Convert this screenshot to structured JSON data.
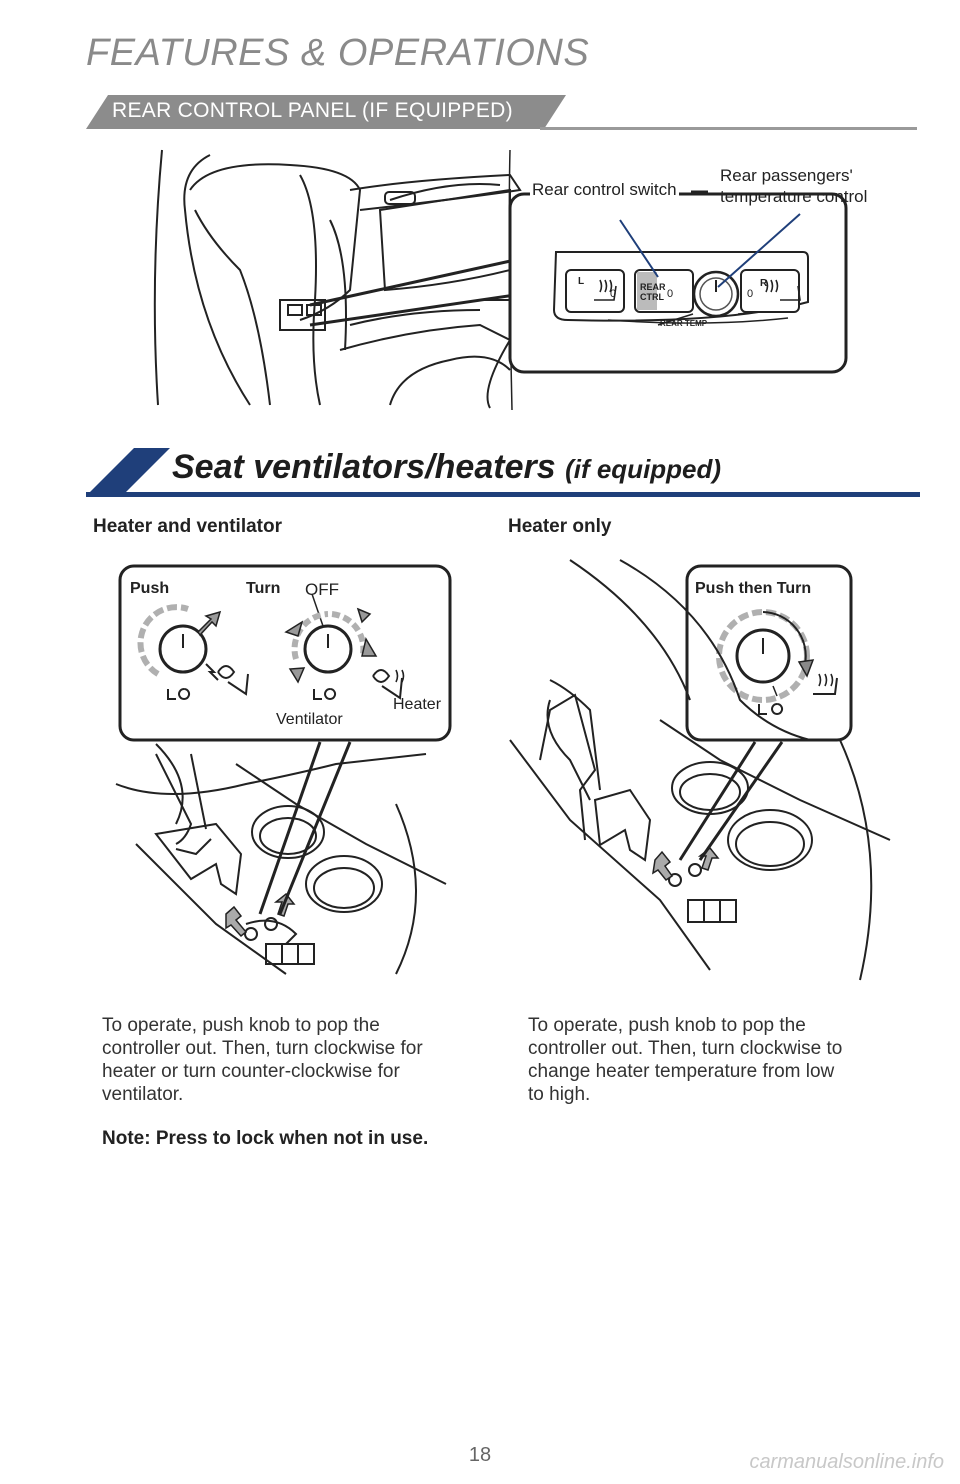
{
  "header": {
    "title": "FEATURES & OPERATIONS",
    "section_tab": "REAR CONTROL PANEL (IF EQUIPPED)"
  },
  "rear_panel": {
    "callout_switch": "Rear control switch",
    "callout_temp_line1": "Rear passengers'",
    "callout_temp_line2": "temperature control",
    "btn_left_letter": "L",
    "btn_zero": "0",
    "ctrl_line1": "REAR",
    "ctrl_line2": "CTRL",
    "btn_right_letter": "R",
    "rear_temp": "REAR TEMP"
  },
  "seat_section": {
    "title": "Seat ventilators/heaters",
    "title_suffix": "(if equipped)"
  },
  "left_col": {
    "heading": "Heater and ventilator",
    "label_push": "Push",
    "label_turn": "Turn",
    "label_off": "OFF",
    "label_ventilator": "Ventilator",
    "label_heater": "Heater",
    "body_line1": "To operate, push knob to pop the",
    "body_line2": "controller out. Then, turn clockwise for",
    "body_line3": "heater or turn counter-clockwise for",
    "body_line4": "ventilator."
  },
  "right_col": {
    "heading": "Heater only",
    "label_push_turn": "Push then Turn",
    "body_line1": "To operate, push knob to pop the",
    "body_line2": "controller out. Then, turn clockwise to",
    "body_line3": "change heater temperature from low",
    "body_line4": "to high."
  },
  "note": "Note: Press to lock when not in use.",
  "page_number": "18",
  "watermark": "carmanualsonline.info",
  "colors": {
    "navy": "#1f3f7a",
    "gray_tab": "#8c8c8c",
    "arrow_gray": "#b0b0b0"
  }
}
